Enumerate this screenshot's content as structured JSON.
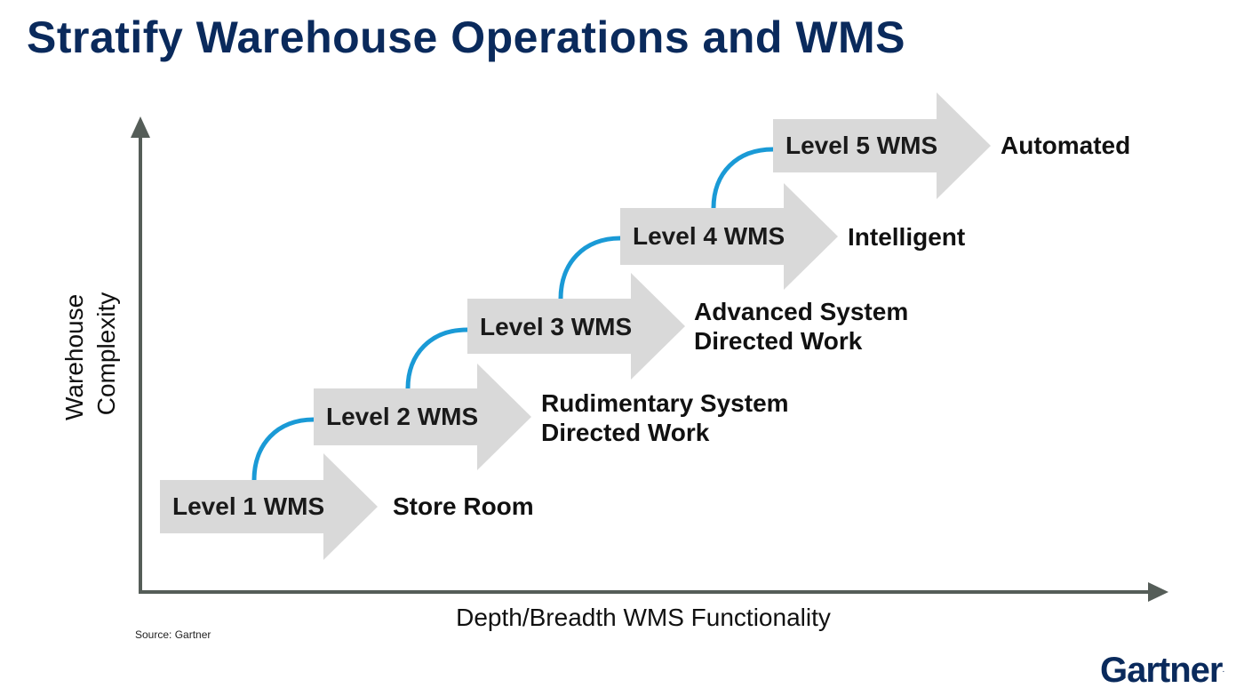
{
  "title": "Stratify Warehouse Operations and WMS",
  "axes": {
    "y_label_line1": "Warehouse",
    "y_label_line2": "Complexity",
    "x_label": "Depth/Breadth WMS Functionality"
  },
  "levels": [
    {
      "label": "Level 1 WMS",
      "description": [
        "Store Room"
      ]
    },
    {
      "label": "Level 2 WMS",
      "description": [
        "Rudimentary System",
        "Directed Work"
      ]
    },
    {
      "label": "Level 3 WMS",
      "description": [
        "Advanced System",
        "Directed Work"
      ]
    },
    {
      "label": "Level 4 WMS",
      "description": [
        "Intelligent"
      ]
    },
    {
      "label": "Level 5 WMS",
      "description": [
        "Automated"
      ]
    }
  ],
  "source": "Source: Gartner",
  "logo": {
    "text": "Gartner",
    "mark": "."
  },
  "colors": {
    "title": "#0a2a5c",
    "arrow_fill": "#d9d9d9",
    "connector": "#1a9ad6",
    "axis": "#555d58",
    "logo": "#0a2a5c"
  }
}
